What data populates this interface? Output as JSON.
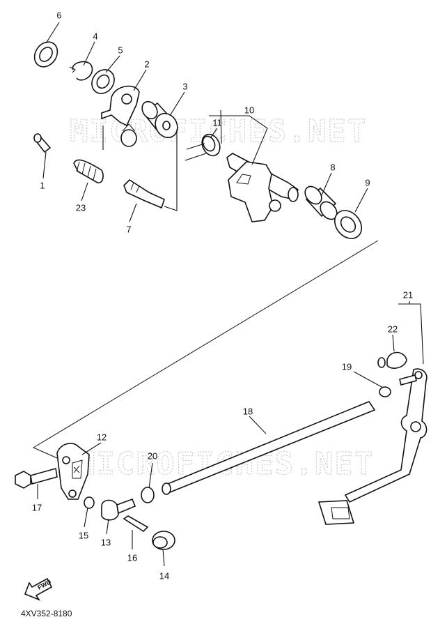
{
  "watermark": {
    "top": "MICROFICHES.NET",
    "bottom": "MICROFICHES.NET"
  },
  "diagram_code": "4XV352-8180",
  "fwd_label": "FWD",
  "callouts": {
    "c1": "1",
    "c2": "2",
    "c3": "3",
    "c4": "4",
    "c5": "5",
    "c6": "6",
    "c7": "7",
    "c8": "8",
    "c9": "9",
    "c10": "10",
    "c11": "11",
    "c12": "12",
    "c13": "13",
    "c14": "14",
    "c15": "15",
    "c16": "16",
    "c17": "17",
    "c18": "18",
    "c19": "19",
    "c20": "20",
    "c21": "21",
    "c22": "22",
    "c23": "23"
  }
}
